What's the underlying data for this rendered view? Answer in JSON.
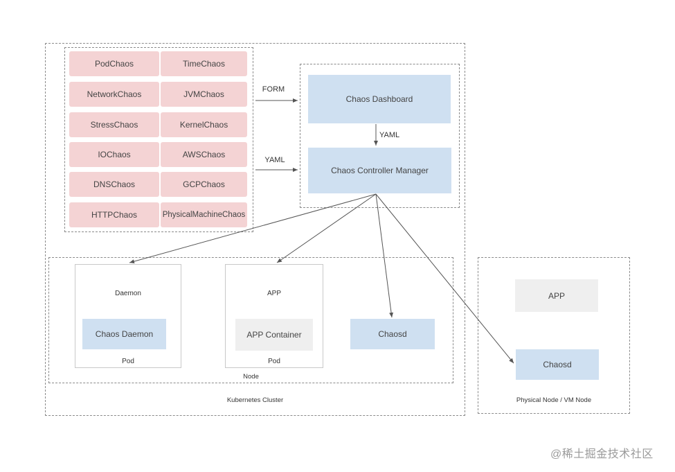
{
  "chaos_types": [
    "PodChaos",
    "TimeChaos",
    "NetworkChaos",
    "JVMChaos",
    "StressChaos",
    "KernelChaos",
    "IOChaos",
    "AWSChaos",
    "DNSChaos",
    "GCPChaos",
    "HTTPChaos",
    "PhysicalMachineChaos"
  ],
  "controller": {
    "dashboard": "Chaos Dashboard",
    "manager": "Chaos Controller Manager",
    "form_label": "FORM",
    "yaml_label_left": "YAML",
    "yaml_label_mid": "YAML"
  },
  "node": {
    "daemon_pod": {
      "title": "Daemon",
      "inner": "Chaos Daemon",
      "footer": "Pod"
    },
    "app_pod": {
      "title": "APP",
      "inner": "APP Container",
      "footer": "Pod"
    },
    "chaosd": "Chaosd",
    "label": "Node"
  },
  "cluster_label": "Kubernetes Cluster",
  "physical": {
    "app": "APP",
    "chaosd": "Chaosd",
    "label": "Physical Node / VM Node"
  },
  "watermark": "@稀土掘金技术社区",
  "colors": {
    "chaos_fill": "#f4d3d4",
    "blue_fill": "#cfe0f1",
    "gray_fill": "#efefef"
  }
}
